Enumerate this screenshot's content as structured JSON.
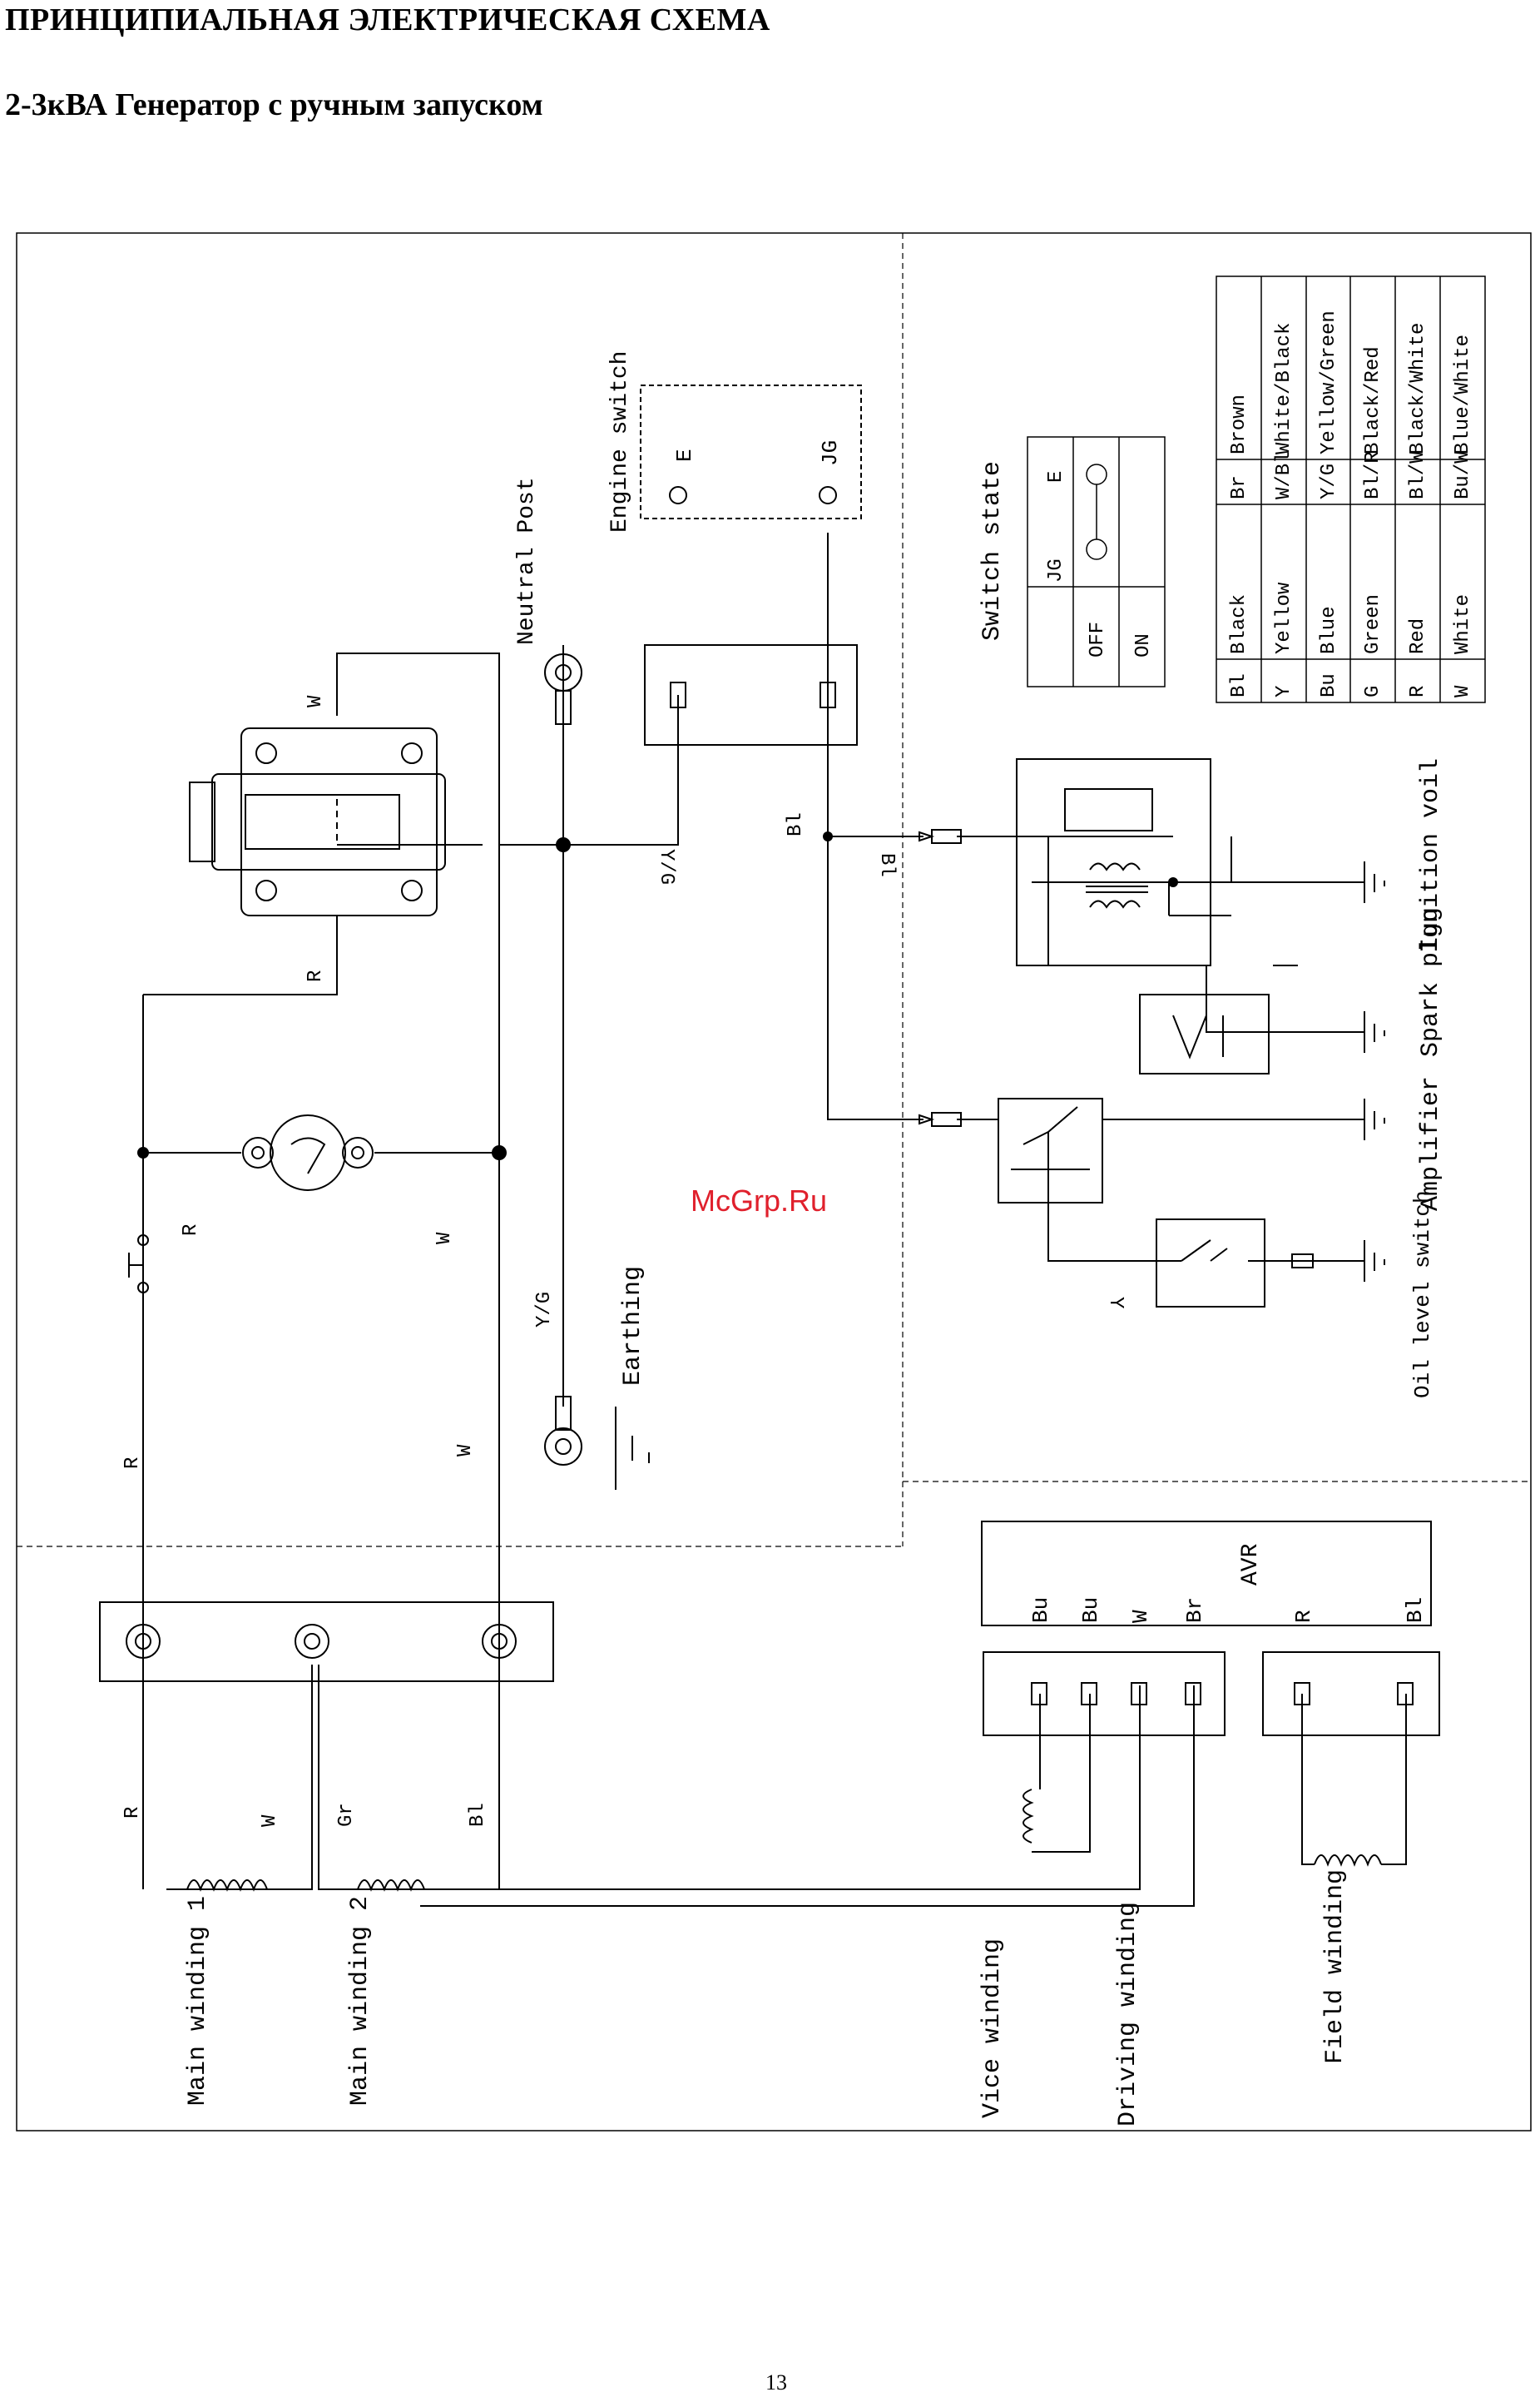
{
  "header": {
    "title": "ПРИНЦИПИАЛЬНАЯ ЭЛЕКТРИЧЕСКАЯ СХЕМА",
    "subtitle": "2-3кВА Генератор с ручным запуском"
  },
  "page_number": "13",
  "watermark": "McGrp.Ru",
  "labels": {
    "neutral_post": "Neutral Post",
    "engine_switch": "Engine switch",
    "switch_state": "Switch state",
    "earthing": "Earthing",
    "ignition_coil": "Ignition voil",
    "spark_plug": "Spark plug",
    "amplifier": "Amplifier",
    "oil_level_switch": "Oil level switch",
    "avr": "AVR",
    "main_winding_1": "Main winding 1",
    "main_winding_2": "Main winding 2",
    "vice_winding": "Vice winding",
    "driving_winding": "Driving winding",
    "field_winding": "Field winding"
  },
  "engine_switch_terminals": [
    "E",
    "JG"
  ],
  "avr_terminals": [
    "Bu",
    "Bu",
    "W",
    "Br",
    "R",
    "Bl"
  ],
  "wire_labels": {
    "w_socket": "W",
    "r_socket": "R",
    "yg_engine": "Y/G",
    "bl_engine": "Bl",
    "bl_coil": "Bl",
    "r_breaker": "R",
    "w_meter": "W",
    "yg_earth": "Y/G",
    "r_left": "R",
    "w_mid": "W",
    "y_oil": "Y",
    "r_term": "R",
    "w_term": "W",
    "gr_term": "Gr",
    "bl_term": "Bl"
  },
  "switch_state_table": {
    "col_headers": [
      "JG",
      "E"
    ],
    "rows": [
      "OFF",
      "ON"
    ]
  },
  "color_legend": {
    "rows": [
      [
        "Bl",
        "Black",
        "Br",
        "Brown"
      ],
      [
        "Y",
        "Yellow",
        "W/Bl",
        "White/Black"
      ],
      [
        "Bu",
        "Blue",
        "Y/G",
        "Yellow/Green"
      ],
      [
        "G",
        "Green",
        "Bl/R",
        "Black/Red"
      ],
      [
        "R",
        "Red",
        "Bl/W",
        "Black/White"
      ],
      [
        "W",
        "White",
        "Bu/W",
        "Blue/White"
      ]
    ]
  }
}
